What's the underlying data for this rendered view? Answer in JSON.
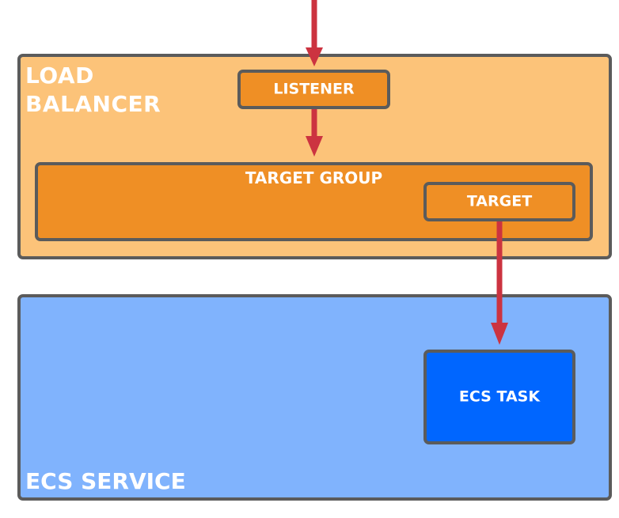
{
  "diagram": {
    "load_balancer": {
      "label": "LOAD\nBALANCER"
    },
    "listener": {
      "label": "LISTENER"
    },
    "target_group": {
      "label": "TARGET GROUP"
    },
    "target": {
      "label": "TARGET"
    },
    "ecs_service": {
      "label": "ECS SERVICE"
    },
    "ecs_task": {
      "label": "ECS TASK"
    },
    "edges": [
      {
        "from": "external",
        "to": "listener"
      },
      {
        "from": "listener",
        "to": "target-group"
      },
      {
        "from": "target",
        "to": "ecs-task"
      }
    ]
  },
  "colors": {
    "load_balancer_fill": "#fcc379",
    "component_fill": "#ef8f25",
    "ecs_service_fill": "#80b3fd",
    "ecs_task_fill": "#0066ff",
    "border": "#5b5b5b",
    "arrow": "#cc3340",
    "text": "#ffffff"
  }
}
